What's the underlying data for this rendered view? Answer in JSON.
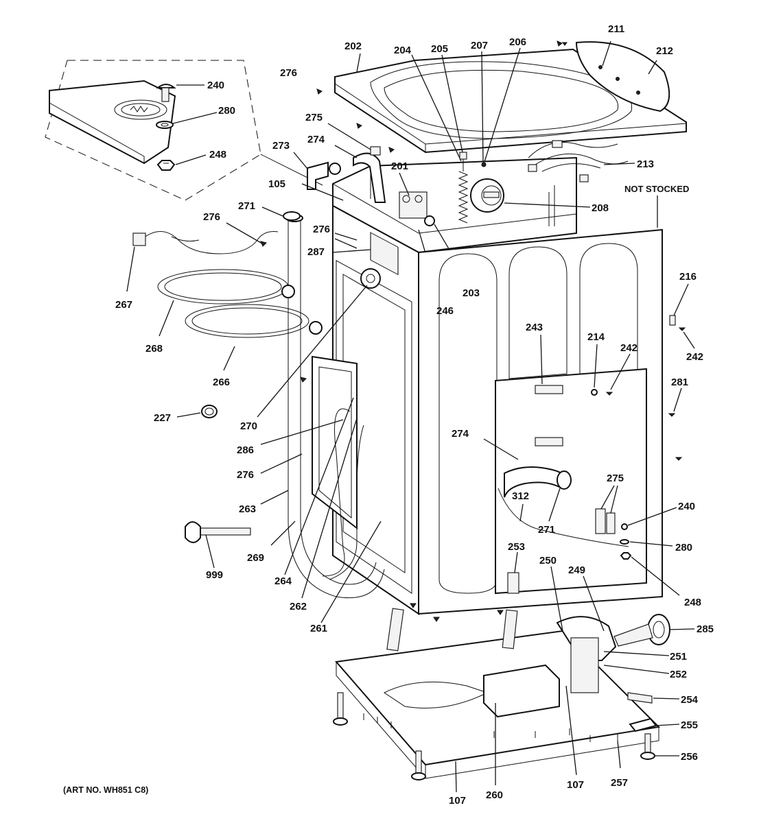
{
  "diagram": {
    "art_number": "(ART NO. WH851 C8)",
    "not_stocked_note": "NOT STOCKED",
    "callouts": [
      {
        "id": "202",
        "label": "202"
      },
      {
        "id": "204",
        "label": "204"
      },
      {
        "id": "205",
        "label": "205"
      },
      {
        "id": "207",
        "label": "207"
      },
      {
        "id": "206",
        "label": "206"
      },
      {
        "id": "211",
        "label": "211"
      },
      {
        "id": "212",
        "label": "212"
      },
      {
        "id": "276a",
        "label": "276"
      },
      {
        "id": "240a",
        "label": "240"
      },
      {
        "id": "280a",
        "label": "280"
      },
      {
        "id": "248a",
        "label": "248"
      },
      {
        "id": "275a",
        "label": "275"
      },
      {
        "id": "274a",
        "label": "274"
      },
      {
        "id": "273",
        "label": "273"
      },
      {
        "id": "201",
        "label": "201"
      },
      {
        "id": "213",
        "label": "213"
      },
      {
        "id": "105",
        "label": "105"
      },
      {
        "id": "208",
        "label": "208"
      },
      {
        "id": "271a",
        "label": "271"
      },
      {
        "id": "276b",
        "label": "276"
      },
      {
        "id": "276c",
        "label": "276"
      },
      {
        "id": "287",
        "label": "287"
      },
      {
        "id": "203",
        "label": "203"
      },
      {
        "id": "246",
        "label": "246"
      },
      {
        "id": "267",
        "label": "267"
      },
      {
        "id": "216",
        "label": "216"
      },
      {
        "id": "242a",
        "label": "242"
      },
      {
        "id": "268",
        "label": "268"
      },
      {
        "id": "243",
        "label": "243"
      },
      {
        "id": "214",
        "label": "214"
      },
      {
        "id": "242b",
        "label": "242"
      },
      {
        "id": "266",
        "label": "266"
      },
      {
        "id": "281",
        "label": "281"
      },
      {
        "id": "227",
        "label": "227"
      },
      {
        "id": "270",
        "label": "270"
      },
      {
        "id": "274b",
        "label": "274"
      },
      {
        "id": "286",
        "label": "286"
      },
      {
        "id": "276d",
        "label": "276"
      },
      {
        "id": "275b",
        "label": "275"
      },
      {
        "id": "312",
        "label": "312"
      },
      {
        "id": "240b",
        "label": "240"
      },
      {
        "id": "263",
        "label": "263"
      },
      {
        "id": "271b",
        "label": "271"
      },
      {
        "id": "280b",
        "label": "280"
      },
      {
        "id": "253",
        "label": "253"
      },
      {
        "id": "269",
        "label": "269"
      },
      {
        "id": "250",
        "label": "250"
      },
      {
        "id": "249",
        "label": "249"
      },
      {
        "id": "999",
        "label": "999"
      },
      {
        "id": "264",
        "label": "264"
      },
      {
        "id": "248b",
        "label": "248"
      },
      {
        "id": "262",
        "label": "262"
      },
      {
        "id": "261",
        "label": "261"
      },
      {
        "id": "285",
        "label": "285"
      },
      {
        "id": "251",
        "label": "251"
      },
      {
        "id": "252",
        "label": "252"
      },
      {
        "id": "254",
        "label": "254"
      },
      {
        "id": "255",
        "label": "255"
      },
      {
        "id": "256",
        "label": "256"
      },
      {
        "id": "257",
        "label": "257"
      },
      {
        "id": "107a",
        "label": "107"
      },
      {
        "id": "260",
        "label": "260"
      },
      {
        "id": "107b",
        "label": "107"
      }
    ]
  }
}
